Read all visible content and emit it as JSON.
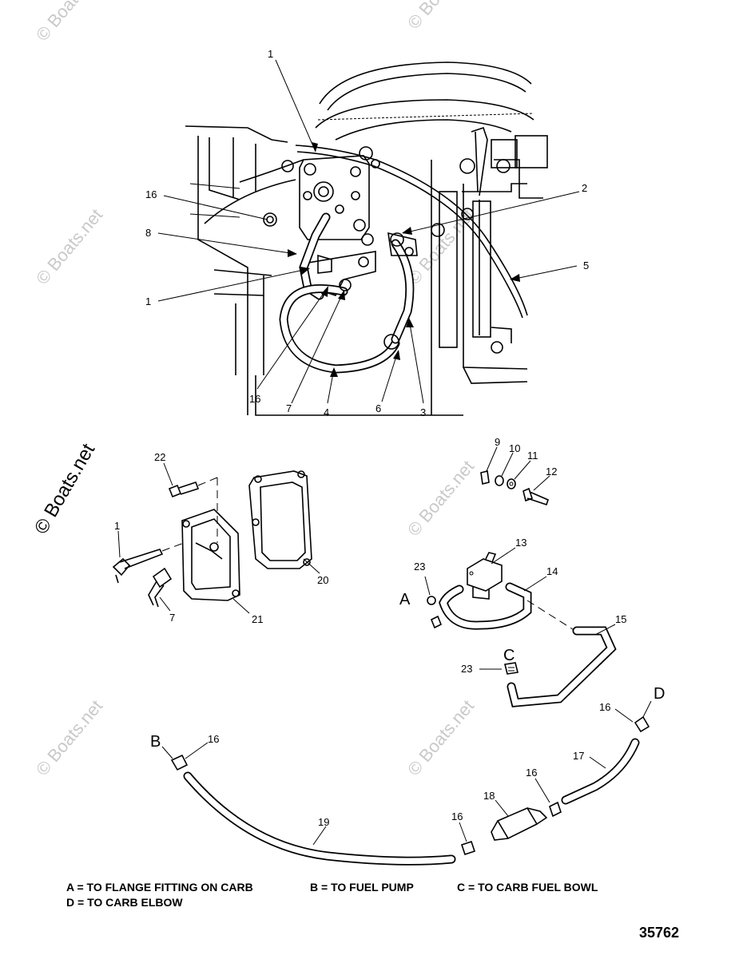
{
  "watermarks": [
    "© Boats.net",
    "© Boats.net",
    "© Boats.net",
    "© Boats.net",
    "© Boats.net",
    "© Boats.net",
    "© Boats.net",
    "© Boats.net"
  ],
  "callouts_top": [
    "1",
    "16",
    "8",
    "1",
    "2",
    "5",
    "16",
    "7",
    "4",
    "6",
    "3"
  ],
  "callouts_bottom": [
    "22",
    "1",
    "7",
    "20",
    "21",
    "9",
    "10",
    "11",
    "12",
    "13",
    "14",
    "23",
    "15",
    "23",
    "16",
    "16",
    "17",
    "16",
    "18",
    "16",
    "19"
  ],
  "letters": [
    "A",
    "C",
    "D",
    "B"
  ],
  "legend": {
    "a": "A = TO FLANGE FITTING ON CARB",
    "b": "B = TO FUEL PUMP",
    "c": "C = TO CARB FUEL BOWL",
    "d": "D = TO CARB ELBOW"
  },
  "figure_number": "35762"
}
